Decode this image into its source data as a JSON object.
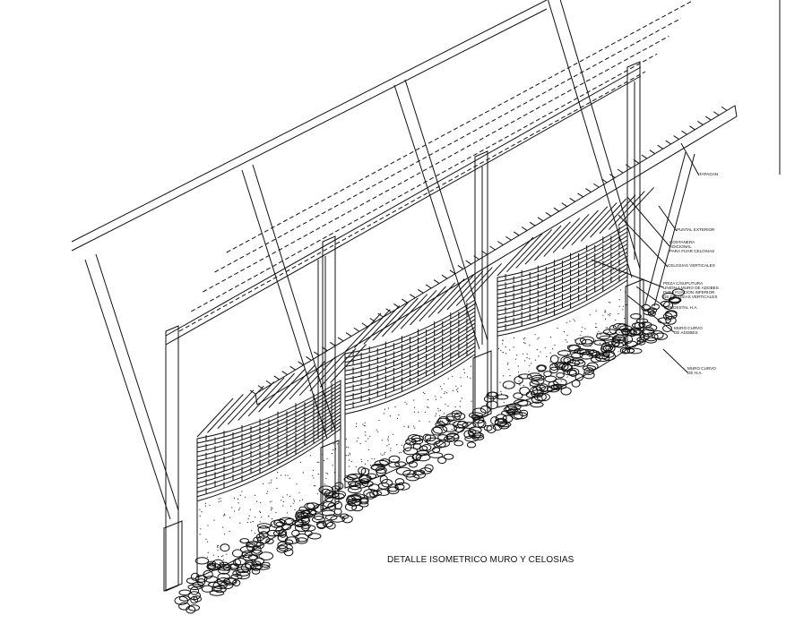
{
  "title": "DETALLE ISOMETRICO MURO Y CELOSIAS",
  "labels": [
    {
      "id": "tapagan",
      "lines": [
        "TAPAGAN"
      ]
    },
    {
      "id": "puntal",
      "lines": [
        "PUNTAL EXTERIOR"
      ]
    },
    {
      "id": "costanera",
      "lines": [
        "COSTANERA",
        "ADICIONAL",
        "PARA FIJAR CELOSIAS"
      ]
    },
    {
      "id": "celosias",
      "lines": [
        "CELOSIAS VERTICALES"
      ]
    },
    {
      "id": "pieza",
      "lines": [
        "PIEZA C/SUPUTURA",
        "UNION A MURO DE ADOBES",
        "PARA FIJACION INFERIOR",
        "DE CELOSIAS VERTICALES"
      ]
    },
    {
      "id": "pedestal",
      "lines": [
        "PEDESTAL H.A."
      ]
    },
    {
      "id": "muro-adobes",
      "lines": [
        "MURO CURVO",
        "DE ADOBES"
      ]
    },
    {
      "id": "muro-ha",
      "lines": [
        "MURO CURVO",
        "DE H.A."
      ]
    }
  ]
}
